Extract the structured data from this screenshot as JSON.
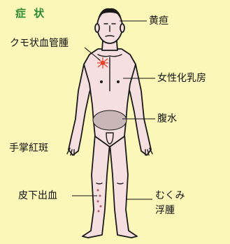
{
  "title": "症 状",
  "labels": {
    "jaundice": "黄疸",
    "spider": "クモ状血管腫",
    "gyneco": "女性化乳房",
    "ascites": "腹水",
    "palmar": "手掌紅斑",
    "bleeding": "皮下出血",
    "edema1": "むくみ",
    "edema2": "浮腫"
  },
  "colors": {
    "background": "#fbf7b8",
    "skin": "#f6dfe0",
    "outline": "#1a1a1a",
    "title": "#2f8a36",
    "ascites": "#c9b7b7"
  }
}
